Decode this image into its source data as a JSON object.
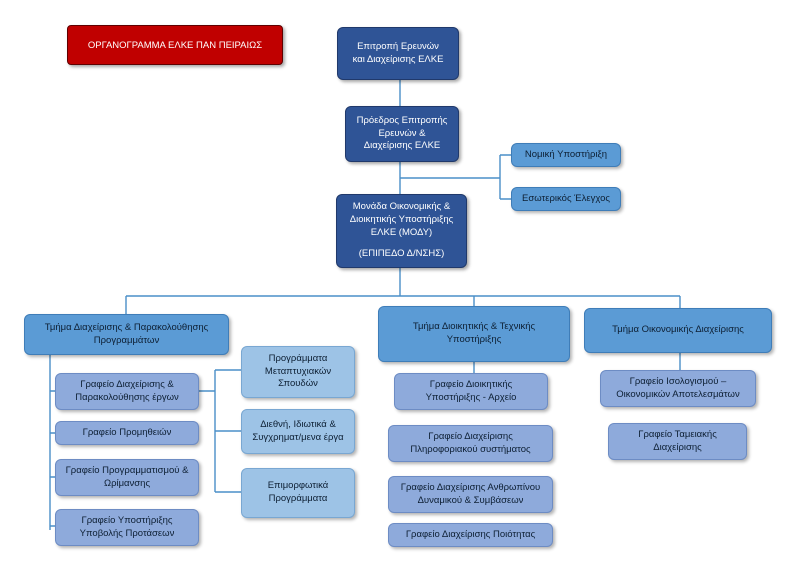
{
  "title": "ΟΡΓΑΝΟΓΡΑΜΜΑ ΕΛΚΕ ΠΑΝ ΠΕΙΡΑΙΩΣ",
  "nodes": {
    "committee": [
      "Επιτροπή Ερευνών",
      "και Διαχείρισης ΕΛΚΕ"
    ],
    "president": [
      "Πρόεδρος Επιτροπής",
      "Ερευνών &",
      "Διαχείρισης ΕΛΚΕ"
    ],
    "legal": "Νομική Υποστήριξη",
    "audit": "Εσωτερικός Έλεγχος",
    "mody": [
      "Μονάδα Οικονομικής &",
      "Διοικητικής Υποστήριξης",
      "ΕΛΚΕ (ΜΟΔΥ)",
      "(ΕΠΙΠΕΔΟ Δ/ΝΣΗΣ)"
    ],
    "dept_programs": [
      "Τμήμα Διαχείρισης & Παρακολούθησης",
      "Προγραμμάτων"
    ],
    "dept_admin": [
      "Τμήμα Διοικητικής & Τεχνικής",
      "Υποστήριξης"
    ],
    "dept_finance": "Τμήμα Οικονομικής Διαχείρισης",
    "office_projects": [
      "Γραφείο Διαχείρισης &",
      "Παρακολούθησης έργων"
    ],
    "office_procurement": "Γραφείο Προμηθειών",
    "office_planning": [
      "Γραφείο Προγραμματισμού &",
      "Ωρίμανσης"
    ],
    "office_proposals": [
      "Γραφείο Υποστήριξης",
      "Υποβολής Προτάσεων"
    ],
    "prog_postgrad": [
      "Προγράμματα",
      "Μεταπτυχιακών",
      "Σπουδών"
    ],
    "prog_intl": [
      "Διεθνή, Ιδιωτικά &",
      "Συγχρηματ/μενα έργα"
    ],
    "prog_training": [
      "Επιμορφωτικά",
      "Προγράμματα"
    ],
    "office_admin_archive": [
      "Γραφείο Διοικητικής",
      "Υποστήριξης - Αρχείο"
    ],
    "office_it": [
      "Γραφείο Διαχείρισης",
      "Πληροφοριακού συστήματος"
    ],
    "office_hr": [
      "Γραφείο Διαχείρισης Ανθρωπίνου",
      "Δυναμικού & Συμβάσεων"
    ],
    "office_quality": "Γραφείο Διαχείρισης Ποιότητας",
    "office_balance": [
      "Γραφείο Ισολογισμού –",
      "Οικονομικών Αποτελεσμάτων"
    ],
    "office_treasury": [
      "Γραφείο Ταμειακής",
      "Διαχείρισης"
    ]
  }
}
